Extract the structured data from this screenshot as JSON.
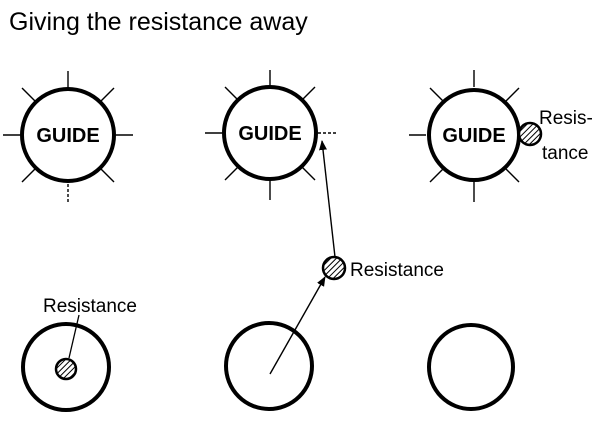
{
  "title": "Giving the resistance away",
  "guides": [
    {
      "label": "GUIDE"
    },
    {
      "label": "GUIDE"
    },
    {
      "label": "GUIDE"
    }
  ],
  "labels": {
    "resistance_client": "Resistance",
    "resistance_transfer": "Resistance",
    "resistance_guide_line1": "Resis-",
    "resistance_guide_line2": "tance"
  },
  "colors": {
    "stroke": "#000000",
    "background": "#ffffff"
  }
}
